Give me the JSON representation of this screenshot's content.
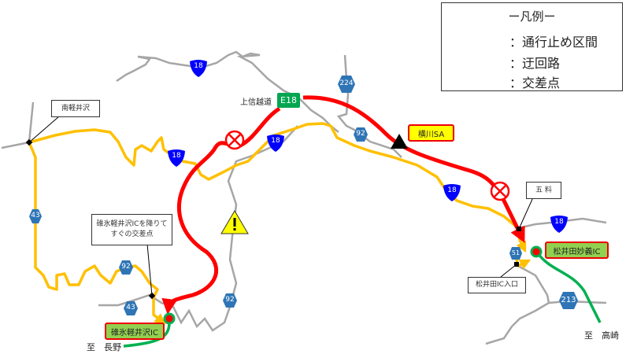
{
  "legend": {
    "title": "ー凡例ー",
    "items": [
      {
        "label": "：通行止め区間",
        "color": "#ff0000"
      },
      {
        "label": "：迂回路",
        "color": "#ffc000"
      },
      {
        "label": "：交差点",
        "color": "#000000"
      }
    ]
  },
  "expressway": {
    "name": "上信越道",
    "number": "E18",
    "color": "#00a650"
  },
  "route_shields": {
    "national_18": "18",
    "pref_43": "43",
    "pref_92": "92",
    "pref_224": "224",
    "pref_51": "51",
    "pref_213": "213"
  },
  "places": {
    "minami_karuizawa": "南軽井沢",
    "usui_exit_note": "碓氷軽井沢ICを降りて\nすぐの交差点",
    "yokokawa_sa": "横川SA",
    "goryo": "五 料",
    "matsuida_myogi_ic": "松井田妙義IC",
    "matsuida_ic_entrance": "松井田IC入口",
    "usui_karuizawa_ic": "碓氷軽井沢IC",
    "to_nagano": "至　長野",
    "to_takasaki": "至　高崎"
  },
  "colors": {
    "closure": "#ff0000",
    "detour": "#ffc000",
    "road": "#a6a6a6",
    "national_route": "#0000ff",
    "pref_route": "#2e75b6"
  }
}
